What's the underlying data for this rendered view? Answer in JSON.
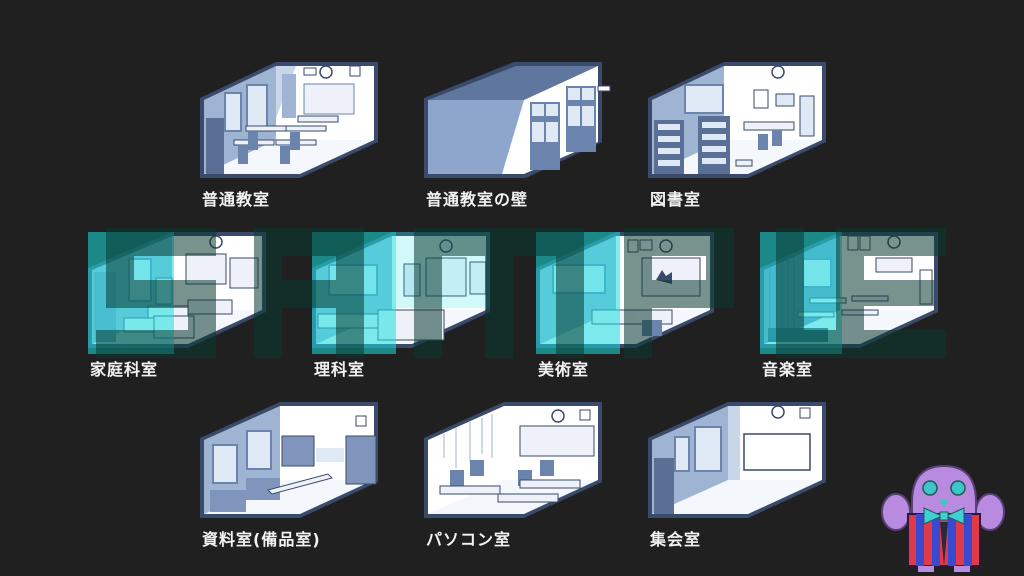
{
  "watermark": {
    "text": "SAMPLE",
    "color": "#0a3a32",
    "opacity": 0.85
  },
  "palette": {
    "background": "#202020",
    "wall_light": "#ffffff",
    "wall_shade": "#9fb4d2",
    "wall_dark": "#6b84ad",
    "outline": "#3a4a6a",
    "label_text": "#f2f2f2",
    "highlight_tint": "#19e0e0"
  },
  "rooms": [
    {
      "id": "classroom",
      "label": "普通教室",
      "row": 0,
      "col": 0,
      "highlighted": false
    },
    {
      "id": "classroom-wall",
      "label": "普通教室の壁",
      "row": 0,
      "col": 1,
      "highlighted": false
    },
    {
      "id": "library",
      "label": "図書室",
      "row": 0,
      "col": 2,
      "highlighted": false
    },
    {
      "id": "home-economics",
      "label": "家庭科室",
      "row": 1,
      "col": 0,
      "highlighted": true
    },
    {
      "id": "science",
      "label": "理科室",
      "row": 1,
      "col": 1,
      "highlighted": true
    },
    {
      "id": "art",
      "label": "美術室",
      "row": 1,
      "col": 2,
      "highlighted": true
    },
    {
      "id": "music",
      "label": "音楽室",
      "row": 1,
      "col": 3,
      "highlighted": true
    },
    {
      "id": "storage",
      "label": "資料室(備品室)",
      "row": 2,
      "col": 0,
      "highlighted": false
    },
    {
      "id": "computer",
      "label": "パソコン室",
      "row": 2,
      "col": 1,
      "highlighted": false
    },
    {
      "id": "assembly",
      "label": "集会室",
      "row": 2,
      "col": 2,
      "highlighted": false
    }
  ],
  "mascot": {
    "name": "purple-button-eyed-creature",
    "body_color": "#b98be0",
    "eye_color": "#3fc6c6",
    "bowtie_color": "#3fd0d0",
    "stripe_red": "#e03a48",
    "stripe_blue": "#3a4ad0"
  }
}
